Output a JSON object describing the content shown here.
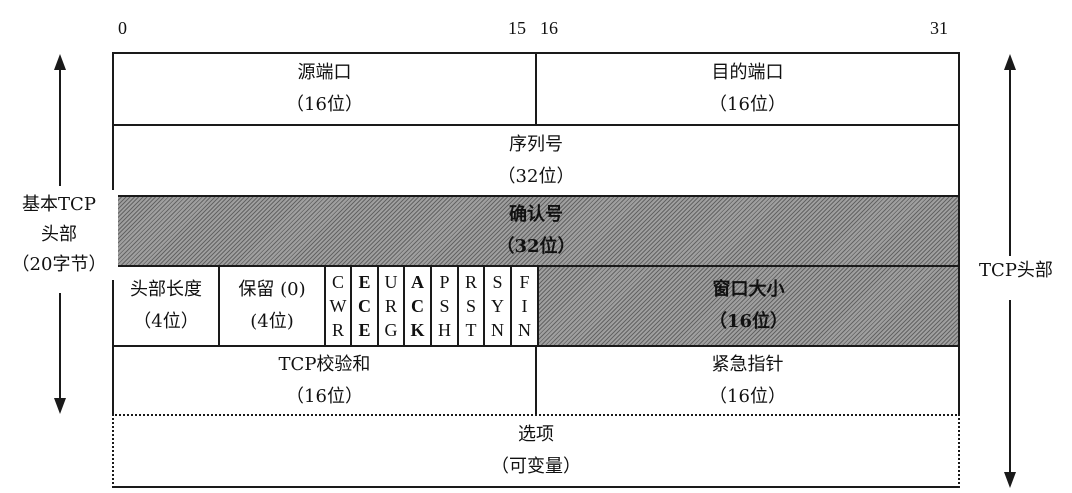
{
  "bit_labels": {
    "b0": "0",
    "b15": "15",
    "b16": "16",
    "b31": "31"
  },
  "rows": {
    "source_port": {
      "name": "源端口",
      "size": "（16位）"
    },
    "dest_port": {
      "name": "目的端口",
      "size": "（16位）"
    },
    "sequence_number": {
      "name": "序列号",
      "size": "（32位）"
    },
    "ack_number": {
      "name": "确认号",
      "size": "（32位）",
      "shaded": true
    },
    "header_length": {
      "name": "头部长度",
      "size": "（4位）"
    },
    "reserved": {
      "name": "保留 (0)",
      "size": "(4位)"
    },
    "flags": [
      {
        "label": "CWR",
        "chars": [
          "C",
          "W",
          "R"
        ],
        "shaded": false
      },
      {
        "label": "ECE",
        "chars": [
          "E",
          "C",
          "E"
        ],
        "shaded": true
      },
      {
        "label": "URG",
        "chars": [
          "U",
          "R",
          "G"
        ],
        "shaded": false
      },
      {
        "label": "ACK",
        "chars": [
          "A",
          "C",
          "K"
        ],
        "shaded": true
      },
      {
        "label": "PSH",
        "chars": [
          "P",
          "S",
          "H"
        ],
        "shaded": false
      },
      {
        "label": "RST",
        "chars": [
          "R",
          "S",
          "T"
        ],
        "shaded": false
      },
      {
        "label": "SYN",
        "chars": [
          "S",
          "Y",
          "N"
        ],
        "shaded": false
      },
      {
        "label": "FIN",
        "chars": [
          "F",
          "I",
          "N"
        ],
        "shaded": false
      }
    ],
    "window_size": {
      "name": "窗口大小",
      "size": "（16位）",
      "shaded": true
    },
    "checksum": {
      "name": "TCP校验和",
      "size": "（16位）"
    },
    "urgent_pointer": {
      "name": "紧急指针",
      "size": "（16位）"
    },
    "options": {
      "name": "选项",
      "size": "（可变量）"
    }
  },
  "side_labels": {
    "left": {
      "line1": "基本TCP",
      "line2": "头部",
      "line3": "（20字节）"
    },
    "right": {
      "line1": "TCP头部"
    }
  },
  "colors": {
    "line": "#1a1a1a",
    "shade": "#8a8a8a",
    "background": "#ffffff"
  }
}
